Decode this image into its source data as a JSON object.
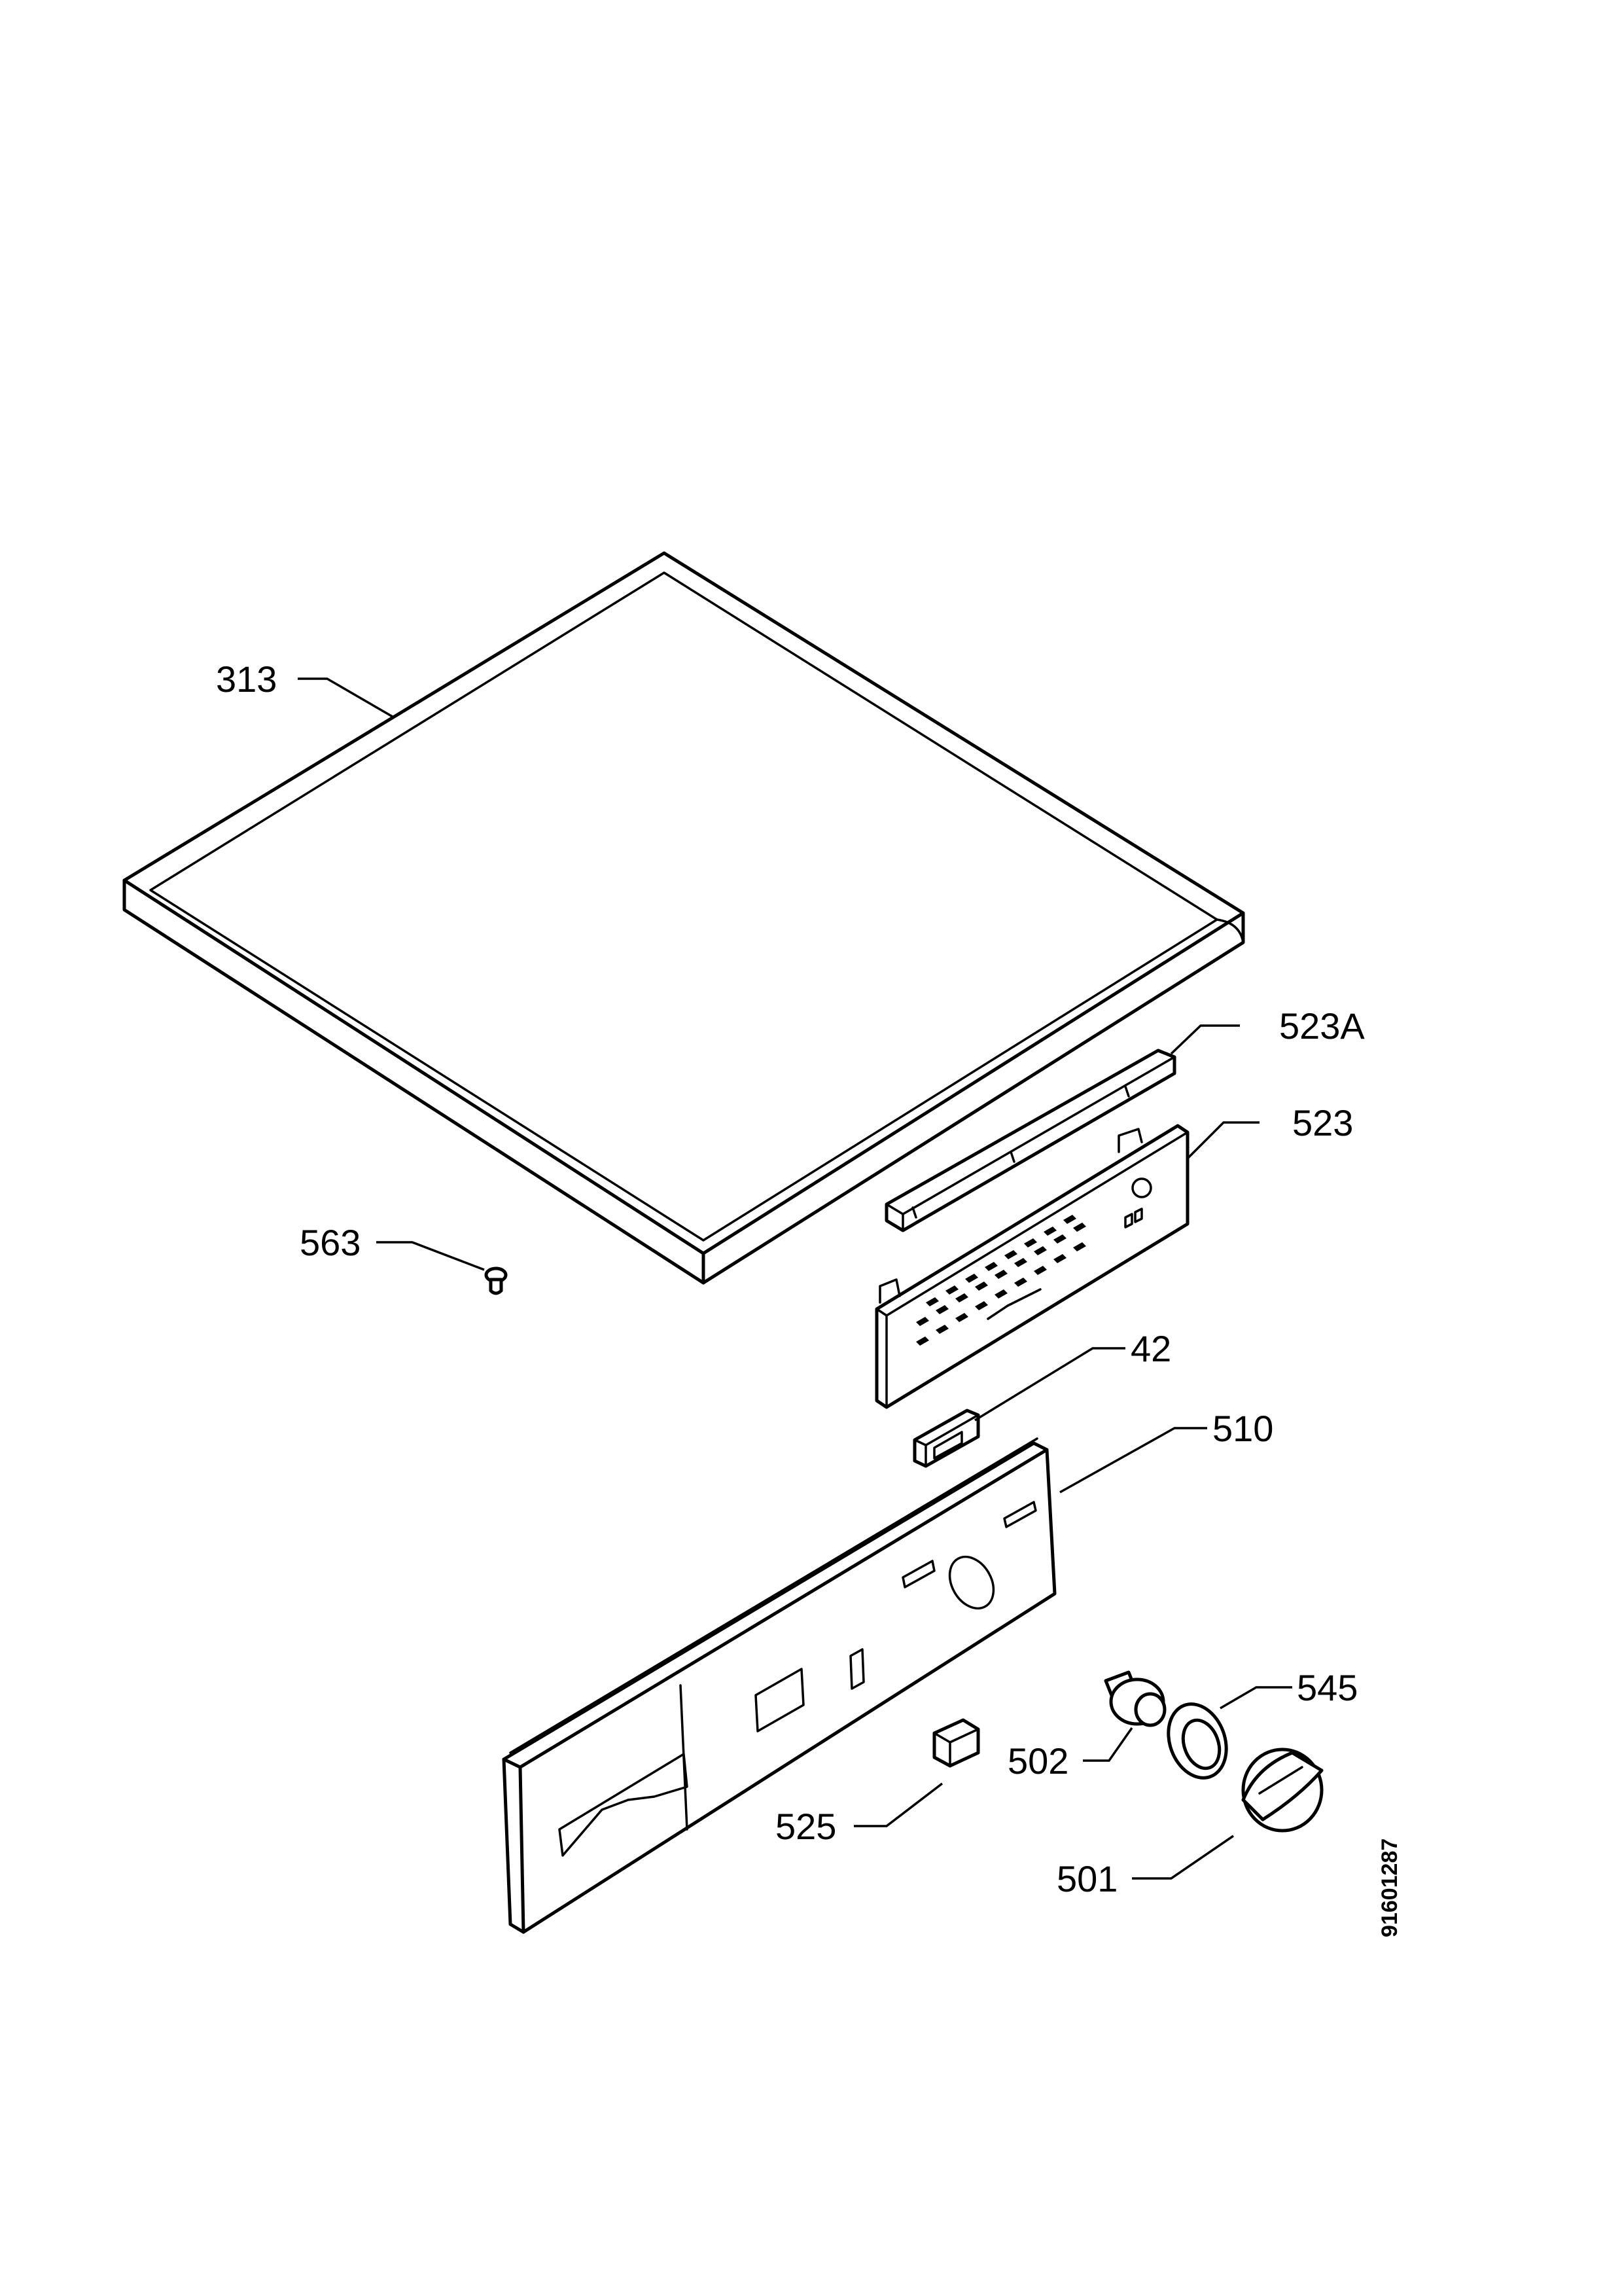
{
  "diagram": {
    "type": "exploded-parts-drawing",
    "parts": [
      {
        "id": "313",
        "label": "313"
      },
      {
        "id": "523A",
        "label": "523A"
      },
      {
        "id": "523",
        "label": "523"
      },
      {
        "id": "563",
        "label": "563"
      },
      {
        "id": "42",
        "label": "42"
      },
      {
        "id": "510",
        "label": "510"
      },
      {
        "id": "545",
        "label": "545"
      },
      {
        "id": "502",
        "label": "502"
      },
      {
        "id": "525",
        "label": "525"
      },
      {
        "id": "501",
        "label": "501"
      }
    ],
    "drawing_code": "91601287"
  }
}
